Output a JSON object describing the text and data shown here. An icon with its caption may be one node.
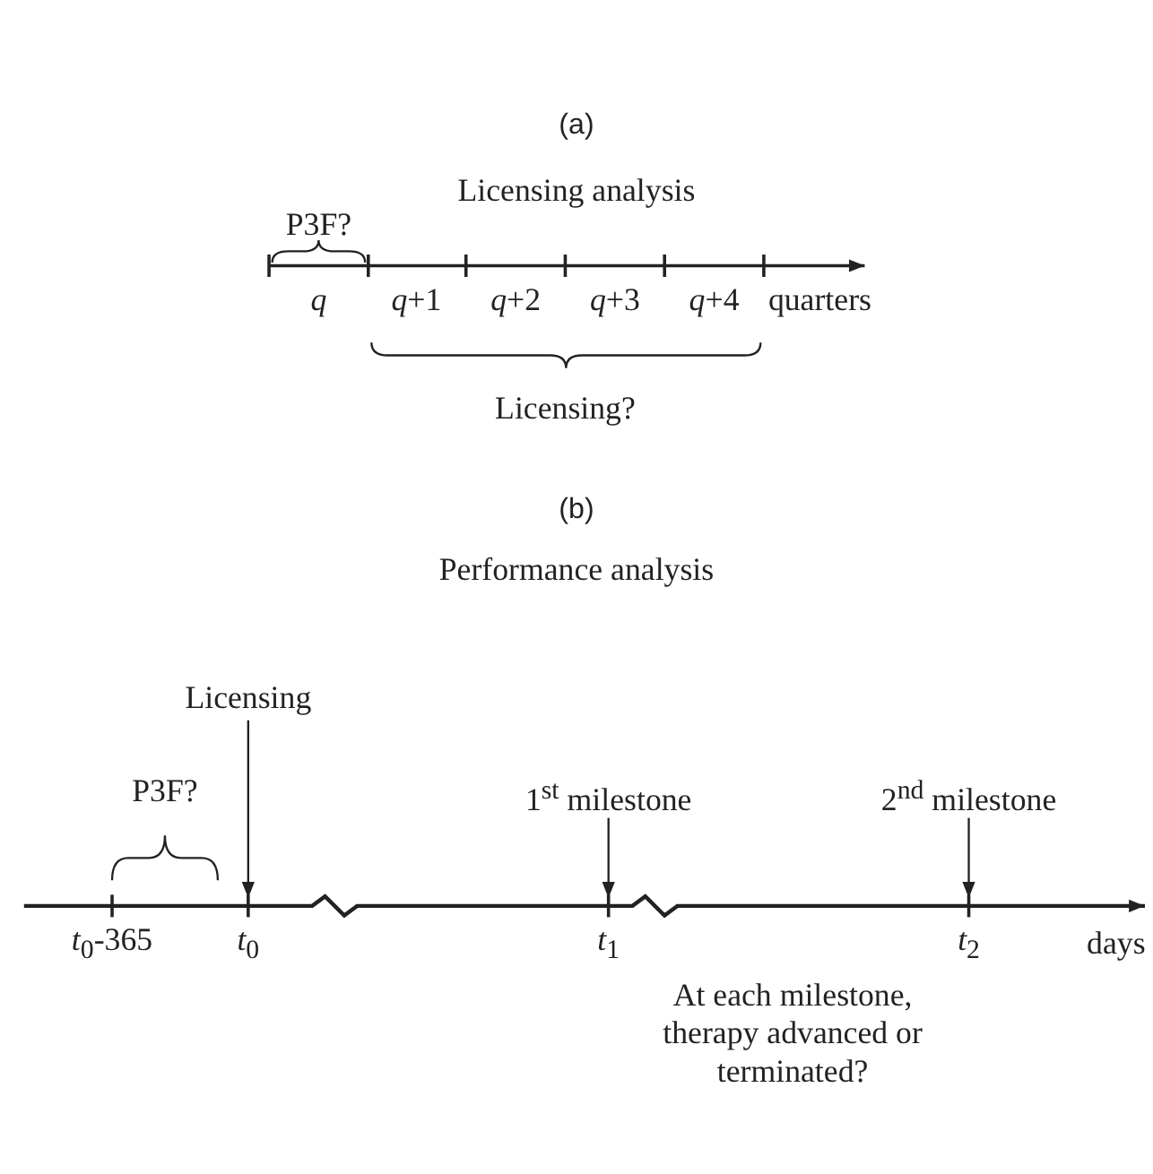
{
  "diagram": {
    "nodes": [
      {
        "text": [
          "Licensing"
        ]
      },
      {
        "text": [
          "1$^{st}$ milestone"
        ]
      },
      {
        "text": [
          "2$^{nd}$ milestone"
        ]
      }
    ],
    "edges": [
      {
        "from": 0,
        "to": null,
        "arrow": "to"
      },
      {
        "from": 1,
        "to": null,
        "arrow": "to"
      },
      {
        "from": 2,
        "to": null,
        "arrow": "to"
      }
    ],
    "labels": [
      "(a)",
      "Licensing analysis",
      "P3F?",
      "*q*",
      "*q*+1",
      "*q*+2",
      "*q*+3",
      "*q*+4",
      "quarters",
      "Licensing?",
      "(b)",
      "Performance analysis",
      "P3F?",
      "*t*$_{0}$-365",
      "*t*$_{0}$",
      "*t*$_{1}$",
      "*t*$_{2}$",
      "days",
      "At each milestone, therapy advanced or terminated?"
    ]
  }
}
